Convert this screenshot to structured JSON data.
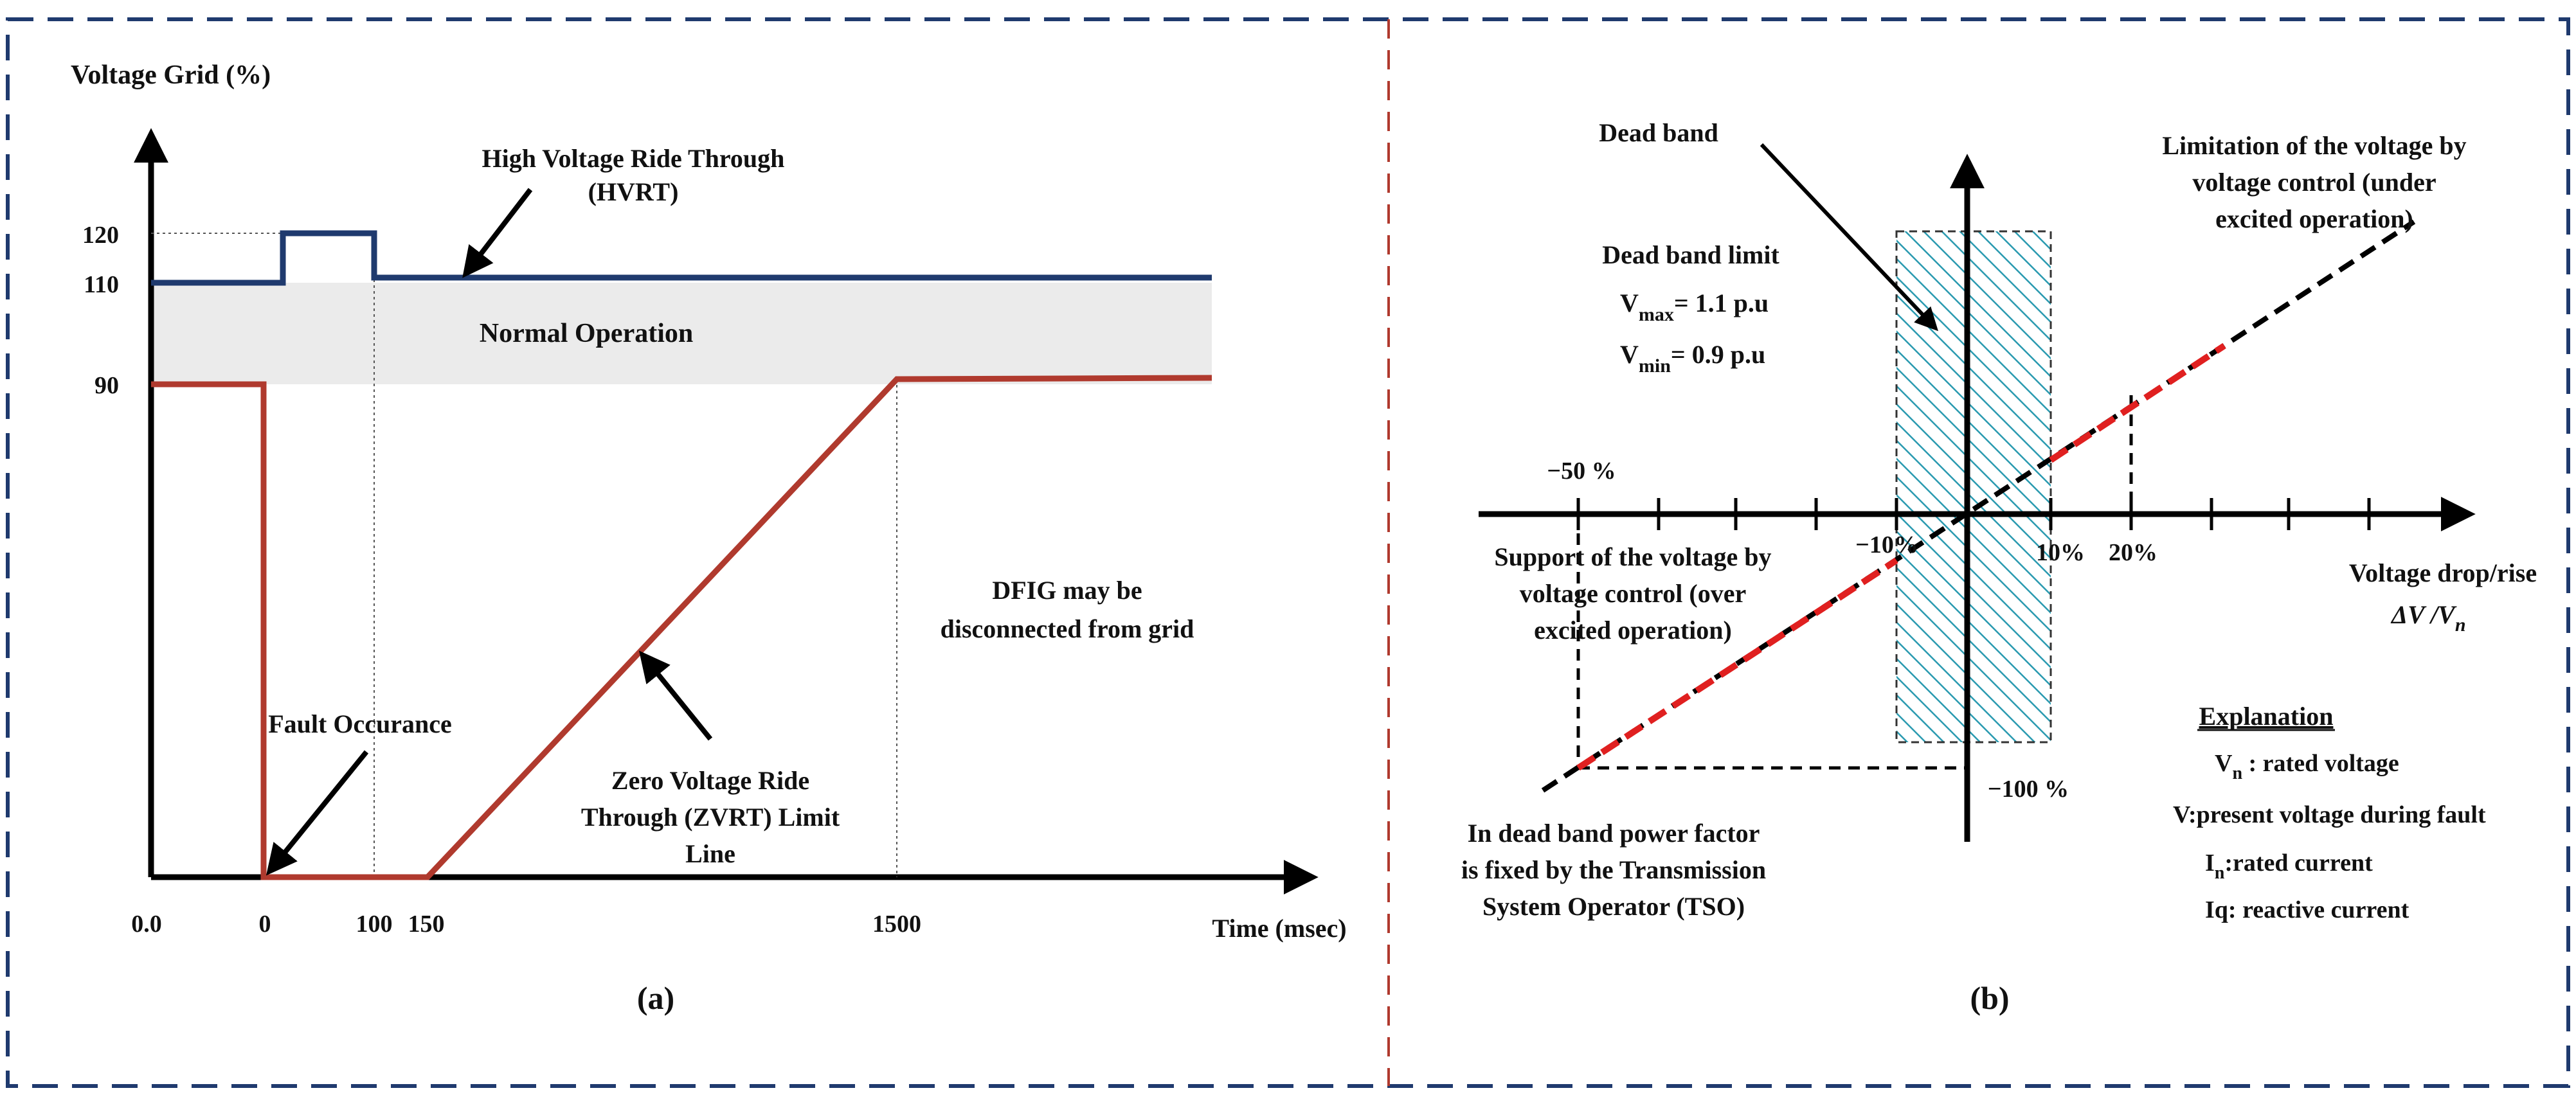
{
  "panel_a": {
    "caption": "(a)",
    "y_axis_label": "Voltage Grid (%)",
    "x_axis_label": "Time (msec)",
    "y_ticks": [
      "120",
      "110",
      "90"
    ],
    "x_ticks": [
      "0.0",
      "0",
      "100",
      "150",
      "1500"
    ],
    "hvrt_label_line1": "High Voltage Ride Through",
    "hvrt_label_line2": "(HVRT)",
    "normal_operation": "Normal Operation",
    "dfig_line1": "DFIG may be",
    "dfig_line2": "disconnected from grid",
    "fault_label": "Fault Occurance",
    "zvrt_line1": "Zero Voltage Ride",
    "zvrt_line2": "Through (ZVRT) Limit",
    "zvrt_line3": "Line",
    "colors": {
      "hvrt": "#1f3a6e",
      "zvrt": "#b03a2e",
      "band": "#ebebeb",
      "border": "#1f3a6e"
    }
  },
  "panel_b": {
    "caption": "(b)",
    "dead_band": "Dead band",
    "dead_band_limit": "Dead band limit",
    "vmax_main": "V",
    "vmax_sub": "max",
    "vmax_val": "= 1.1 p.u",
    "vmin_main": "V",
    "vmin_sub": "min",
    "vmin_val": "= 0.9 p.u",
    "limitation_line1": "Limitation of the voltage by",
    "limitation_line2": "voltage control  (under",
    "limitation_line3": "excited operation)",
    "support_line1": "Support of the voltage by",
    "support_line2": "voltage control  (over",
    "support_line3": "excited operation)",
    "tick_m50": "−50 %",
    "tick_m10": "−10%",
    "tick_10": "10%",
    "tick_20": "20%",
    "tick_m100": "−100 %",
    "x_axis_label": "Voltage drop/rise",
    "x_axis_formula_main": "ΔV /V",
    "x_axis_formula_sub": "n",
    "deadband_note_line1": "In dead band power factor",
    "deadband_note_line2": "is fixed by the Transmission",
    "deadband_note_line3": "System Operator (TSO)",
    "explanation_title": "Explanation",
    "expl_vn_main": "V",
    "expl_vn_sub": "n",
    "expl_vn_text": " : rated voltage",
    "expl_v": "V:present voltage during fault",
    "expl_in_main": "I",
    "expl_in_sub": "n",
    "expl_in_text": ":rated current",
    "expl_iq": "Iq: reactive current",
    "colors": {
      "hatch": "#2a9ab0",
      "red_dash": "#e02020",
      "divider": "#b03a2e"
    }
  }
}
